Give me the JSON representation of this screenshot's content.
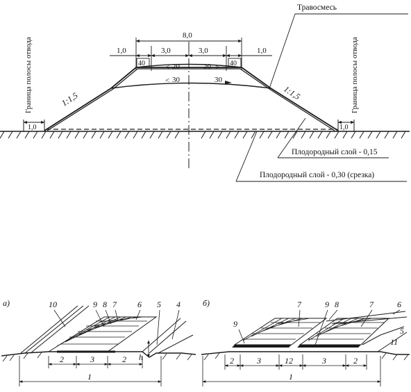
{
  "top": {
    "annotations": {
      "grass_mix": "Травосмесь",
      "fertile_layer_1": "Плодородный слой - 0,15",
      "fertile_layer_2": "Плодородный слой - 0,30 (срезка)",
      "boundary_left": "Граница полосы отвода",
      "boundary_right": "Граница полосы отвода"
    },
    "dimensions": {
      "total_width": "8,0",
      "shoulder_left": "1,0",
      "lane_left": "3,0",
      "lane_right": "3,0",
      "shoulder_right": "1,0",
      "edge_left": "40",
      "edge_right": "40",
      "berm_left": "1,0",
      "berm_right": "1,0"
    },
    "slopes": {
      "left": "1:1,5",
      "right": "1:1,5"
    },
    "cross_slopes": {
      "upper_left": "20",
      "upper_right": "20",
      "lower_left": "30",
      "lower_right": "30"
    }
  },
  "bottom": {
    "panel_a": {
      "label": "а)",
      "callouts": [
        "10",
        "9",
        "8",
        "7",
        "6",
        "5",
        "4"
      ],
      "dims": [
        "2",
        "3",
        "2"
      ],
      "depth": "h",
      "overall": "1"
    },
    "panel_b": {
      "label": "б)",
      "callouts_top": [
        "7",
        "9",
        "8",
        "7",
        "6"
      ],
      "callouts_side": [
        "9",
        "5",
        "11"
      ],
      "dims": [
        "2",
        "3",
        "12",
        "3",
        "2"
      ],
      "overall": "1"
    }
  }
}
